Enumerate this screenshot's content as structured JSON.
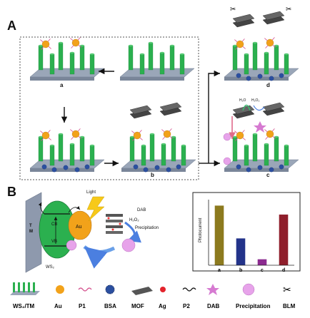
{
  "panels": {
    "a": "A",
    "b": "B"
  },
  "scheme": {
    "step_labels": [
      "a",
      "b",
      "c",
      "d"
    ],
    "reaction": {
      "h2o2_left": "H₂O",
      "h2o2_right": "H₂O₂"
    }
  },
  "mechanism": {
    "light": "Light",
    "ws2_side": "WS₂",
    "tm_side": "T\nM",
    "cb": "CB",
    "vb": "VB",
    "au": "Au",
    "dab": "DAB",
    "h2o2": "H₂O₂",
    "precipitation": "Precipitation"
  },
  "colors": {
    "rod": "#2bb04f",
    "substrate": "#9aa6b8",
    "gold": "#f2a21a",
    "bsa": "#2b4fa0",
    "dab": "#d67ad1",
    "precip": "#e7a3ea",
    "arrow_blue": "#4b7fe0"
  },
  "chart_data": {
    "type": "bar",
    "categories": [
      "a",
      "b",
      "c",
      "d"
    ],
    "values": [
      1.0,
      0.45,
      0.1,
      0.85
    ],
    "colors": [
      "#8c7a1e",
      "#23338a",
      "#8b2a8f",
      "#8f1e2b"
    ],
    "ylabel": "Photocurrent",
    "ylim": [
      0,
      1.1
    ]
  },
  "legend": [
    {
      "label": "WS₂/TM",
      "icon": "ws2-tm-icon"
    },
    {
      "label": "Au",
      "icon": "gold-nanoparticle-icon"
    },
    {
      "label": "P1",
      "icon": "p1-strand-icon"
    },
    {
      "label": "BSA",
      "icon": "bsa-icon"
    },
    {
      "label": "MOF",
      "icon": "mof-icon"
    },
    {
      "label": "Ag",
      "icon": "silver-icon"
    },
    {
      "label": "P2",
      "icon": "p2-strand-icon"
    },
    {
      "label": "DAB",
      "icon": "dab-icon"
    },
    {
      "label": "Precipitation",
      "icon": "precipitation-icon"
    },
    {
      "label": "BLM",
      "icon": "scissors-icon"
    }
  ]
}
